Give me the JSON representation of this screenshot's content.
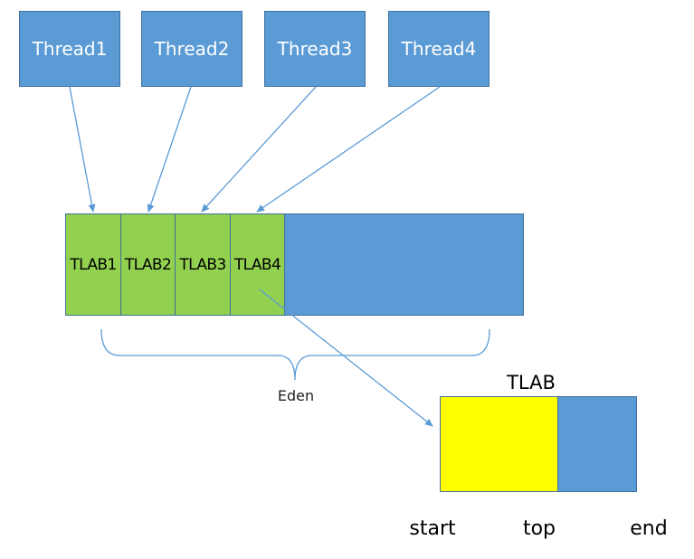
{
  "threads": [
    {
      "label": "Thread1"
    },
    {
      "label": "Thread2"
    },
    {
      "label": "Thread3"
    },
    {
      "label": "Thread4"
    }
  ],
  "eden": {
    "label": "Eden",
    "tlabs": [
      {
        "label": "TLAB1"
      },
      {
        "label": "TLAB2"
      },
      {
        "label": "TLAB3"
      },
      {
        "label": "TLAB4"
      }
    ]
  },
  "tlab_detail": {
    "title": "TLAB",
    "pointers": {
      "start": "start",
      "top": "top",
      "end": "end"
    }
  },
  "colors": {
    "thread_fill": "#5b9bd5",
    "tlab_fill": "#92d050",
    "used_fill": "#ffff00",
    "free_fill": "#5b9bd5",
    "arrow": "#5b9bd5"
  }
}
